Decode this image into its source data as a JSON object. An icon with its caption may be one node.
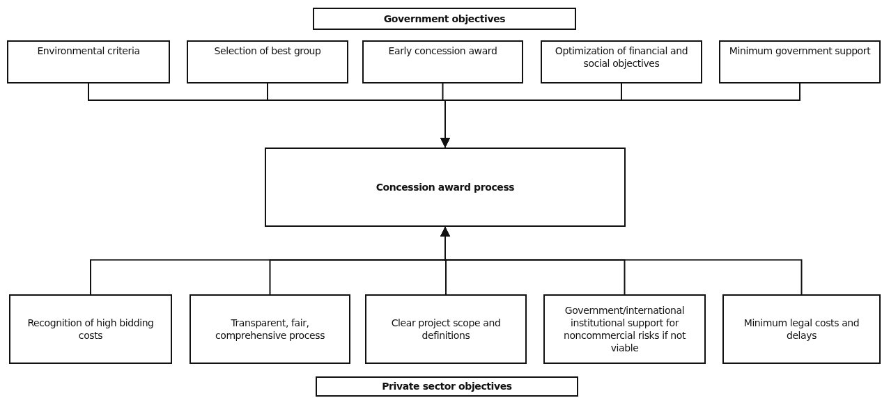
{
  "diagram": {
    "nodes": [
      {
        "text": [
          "Government objectives"
        ]
      },
      {
        "text": [
          "Environmental criteria"
        ]
      },
      {
        "text": [
          "Selection of best group"
        ]
      },
      {
        "text": [
          "Early concession award"
        ]
      },
      {
        "text": [
          "Optimization of financial and social objectives"
        ]
      },
      {
        "text": [
          "Minimum government support"
        ]
      },
      {
        "text": [
          "Concession award process"
        ]
      },
      {
        "text": [
          "Recognition of high bidding costs"
        ]
      },
      {
        "text": [
          "Transparent, fair, comprehensive process"
        ]
      },
      {
        "text": [
          "Clear project scope and definitions"
        ]
      },
      {
        "text": [
          "Government/international institutional support for noncommercial risks if not viable"
        ]
      },
      {
        "text": [
          "Minimum legal costs and delays"
        ]
      },
      {
        "text": [
          "Private sector objectives"
        ]
      }
    ],
    "edges": [
      {
        "from": 1,
        "to": 6,
        "arrow": "to"
      },
      {
        "from": 2,
        "to": 6,
        "arrow": "to"
      },
      {
        "from": 3,
        "to": 6,
        "arrow": "to"
      },
      {
        "from": 4,
        "to": 6,
        "arrow": "to"
      },
      {
        "from": 5,
        "to": 6,
        "arrow": "to"
      },
      {
        "from": 7,
        "to": 6,
        "arrow": "to"
      },
      {
        "from": 8,
        "to": 6,
        "arrow": "to"
      },
      {
        "from": 9,
        "to": 6,
        "arrow": "to"
      },
      {
        "from": 10,
        "to": 6,
        "arrow": "to"
      },
      {
        "from": 11,
        "to": 6,
        "arrow": "to"
      }
    ]
  }
}
